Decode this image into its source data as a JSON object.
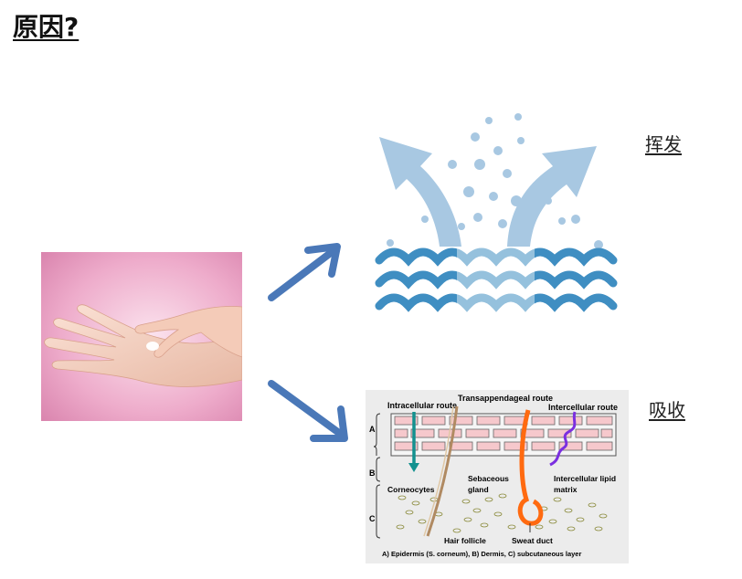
{
  "slide": {
    "title": "原因?",
    "labels": {
      "evaporation": "挥发",
      "absorption": "吸收"
    }
  },
  "skin_diagram": {
    "routes": {
      "intracellular": "Intracellular route",
      "transappendageal": "Transappendageal route",
      "intercellular": "Intercellular route"
    },
    "layers": [
      "A",
      "B",
      "C"
    ],
    "callouts": {
      "corneocytes": "Corneocytes",
      "sebaceous_1": "Sebaceous",
      "sebaceous_2": "gland",
      "lipid_1": "Intercellular lipid",
      "lipid_2": "matrix",
      "hair_follicle": "Hair follicle",
      "sweat_duct": "Sweat duct"
    },
    "caption": "A) Epidermis (S. corneum), B) Dermis, C) subcutaneous layer"
  },
  "colors": {
    "arrow_blue": "#4a78b8",
    "intracellular": "#12918f",
    "transappendageal": "#ff6a10",
    "intercellular": "#7b2fe0"
  }
}
